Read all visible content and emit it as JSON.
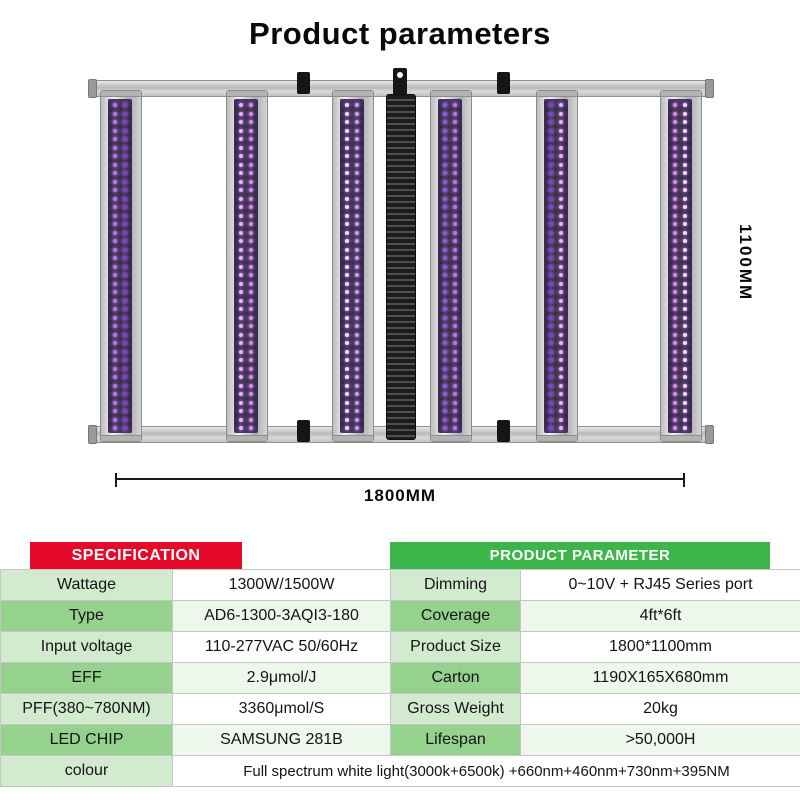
{
  "page": {
    "title": "Product parameters"
  },
  "diagram": {
    "height_label": "1100MM",
    "width_label": "1800MM",
    "led_colors": [
      "#b478ee",
      "#d98ae8",
      "#8e5ce0",
      "#e7b6f2",
      "#c9a0f0",
      "#7a3fd8",
      "#f0dcff"
    ]
  },
  "table": {
    "header": {
      "left": "SPECIFICATION",
      "right": "PRODUCT PARAMETER"
    },
    "colors": {
      "header_red": "#e60a2a",
      "header_green": "#3cb54a",
      "accent_green_text": "#3cb54a"
    },
    "rows": [
      {
        "label1": "Wattage",
        "value1": "1300W/1500W",
        "label2": "Dimming",
        "value2": "0~10V + RJ45 Series port"
      },
      {
        "label1": "Type",
        "value1": "AD6-1300-3AQI3-180",
        "label2": "Coverage",
        "value2": "4ft*6ft"
      },
      {
        "label1": "Input voltage",
        "value1": "110-277VAC 50/60Hz",
        "label2": "Product Size",
        "value2": "1800*1100mm"
      },
      {
        "label1": "EFF",
        "value1": "2.9μmol/J",
        "label2": "Carton",
        "value2": "1190X165X680mm"
      },
      {
        "label1": "PFF(380~780NM)",
        "value1": "3360μmol/S",
        "label2": "Gross Weight",
        "value2": "20kg"
      },
      {
        "label1": "LED CHIP",
        "value1": "SAMSUNG 281B",
        "label2": "Lifespan",
        "value2": ">50,000H"
      },
      {
        "label1": "colour",
        "value1": "Full spectrum white light(3000k+6500k) +660nm+460nm+730nm+395NM"
      }
    ]
  }
}
